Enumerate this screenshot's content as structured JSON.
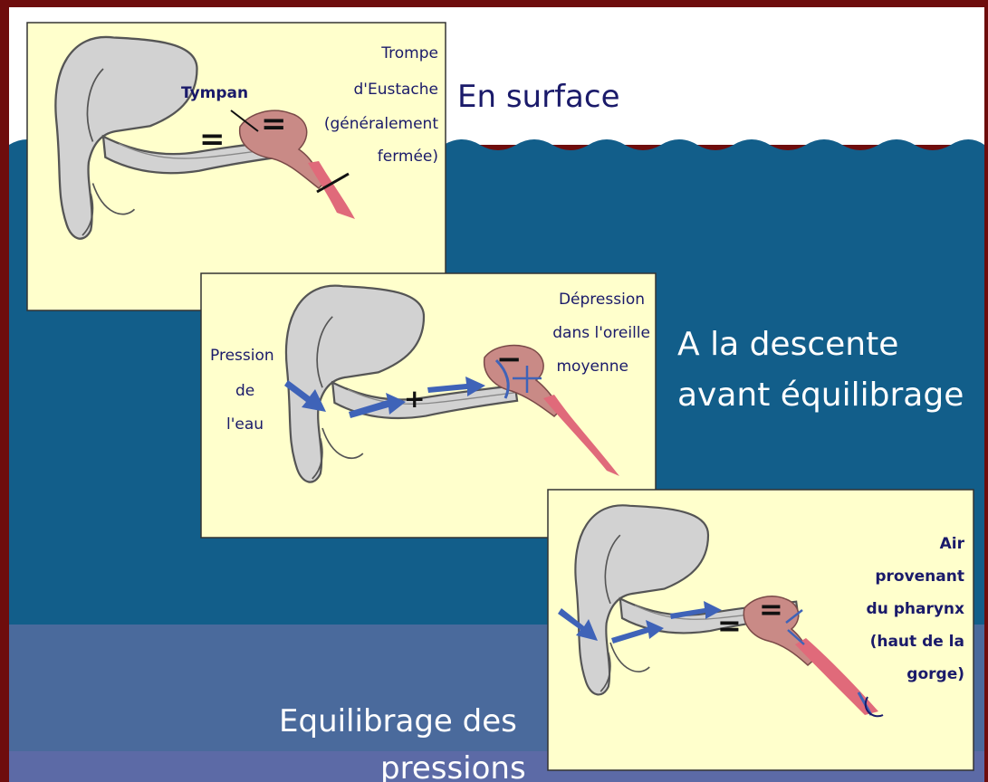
{
  "colors": {
    "frame": "#6e0d0d",
    "sky": "#ffffff",
    "water_deep": "#125e8a",
    "water_lower": "#4a6a9c",
    "water_bottom": "#5c6aa6",
    "panel": "#ffffcc",
    "ear_fill": "#d2d2d2",
    "ear_stroke": "#555555",
    "middle_ear": "#c98a86",
    "tube": "#e06a7a",
    "arrow": "#3f63b8",
    "heading_dark": "#1a1a6a",
    "heading_light": "#ffffff"
  },
  "headings": {
    "surface": "En surface",
    "descent_line1": "A la descente",
    "descent_line2": "avant équilibrage",
    "equal_line1": "Equilibrage des",
    "equal_line2": "pressions"
  },
  "panel1": {
    "tympan": "Tympan",
    "trompe_1": "Trompe",
    "trompe_2": "d'Eustache",
    "trompe_3": "(généralement",
    "trompe_4": "fermée)",
    "sign_outer": "=",
    "sign_inner": "="
  },
  "panel2": {
    "pression_1": "Pression",
    "pression_2": "de",
    "pression_3": "l'eau",
    "depression_1": "Dépression",
    "depression_2": "dans l'oreille",
    "depression_3": "moyenne",
    "sign_outer": "+",
    "sign_inner": "−"
  },
  "panel3": {
    "air_1": "Air",
    "air_2": "provenant",
    "air_3": "du pharynx",
    "air_4": "(haut de la",
    "air_5": "gorge)",
    "sign_outer": "=",
    "sign_inner": "="
  }
}
